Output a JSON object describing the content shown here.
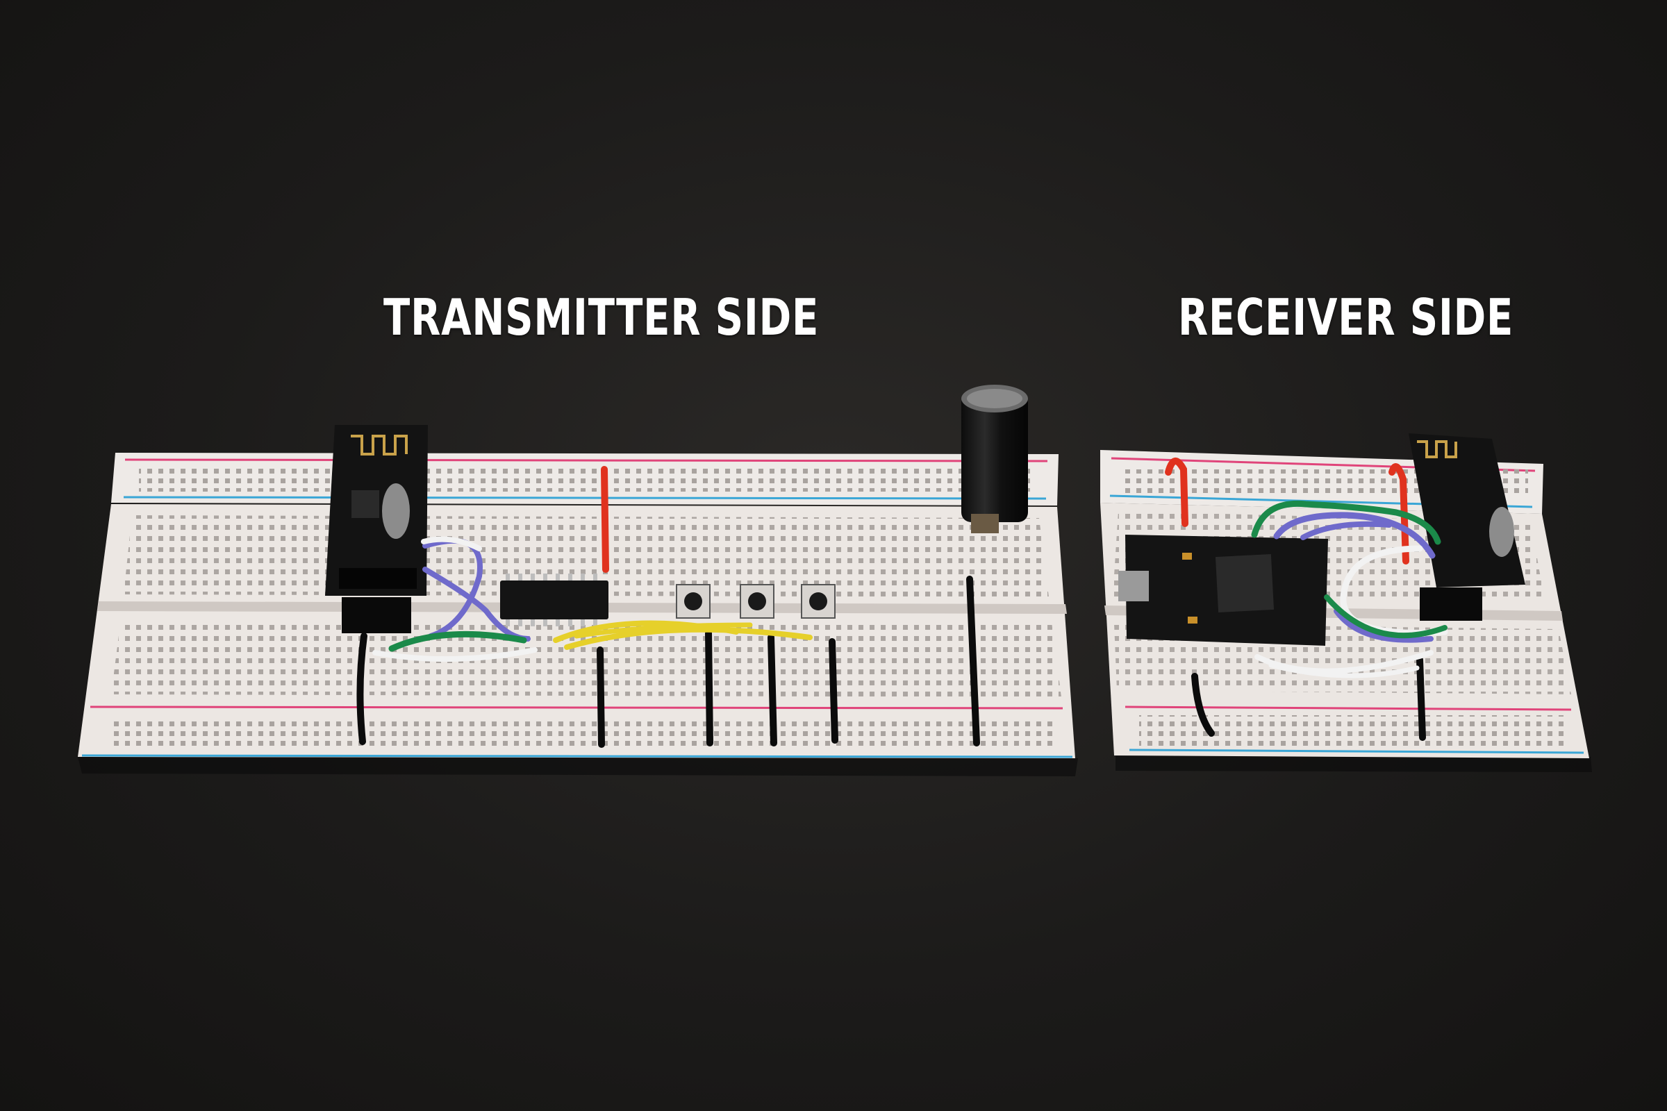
{
  "captions": {
    "transmitter": "TRANSMITTER SIDE",
    "receiver": "RECEIVER SIDE"
  },
  "colors": {
    "background": "#1c1b1a",
    "breadboard": "#efeae6",
    "rail_red": "#e0447a",
    "rail_blue": "#3aa6d6",
    "wire_red": "#e0321e",
    "wire_black": "#0b0b0b",
    "wire_yellow": "#e6d02a",
    "wire_green": "#1b8a4a",
    "wire_purple": "#6f6acb",
    "wire_white": "#f2f2f2",
    "pcb": "#141414"
  },
  "objects": {
    "transmitter_board": "breadboard-full",
    "receiver_board": "breadboard-half",
    "radio_modules": "nrf24l01-module",
    "chip": "dip-ic",
    "buttons": 3,
    "capacitor": "electrolytic-capacitor",
    "microcontroller": "pro-micro-board"
  }
}
